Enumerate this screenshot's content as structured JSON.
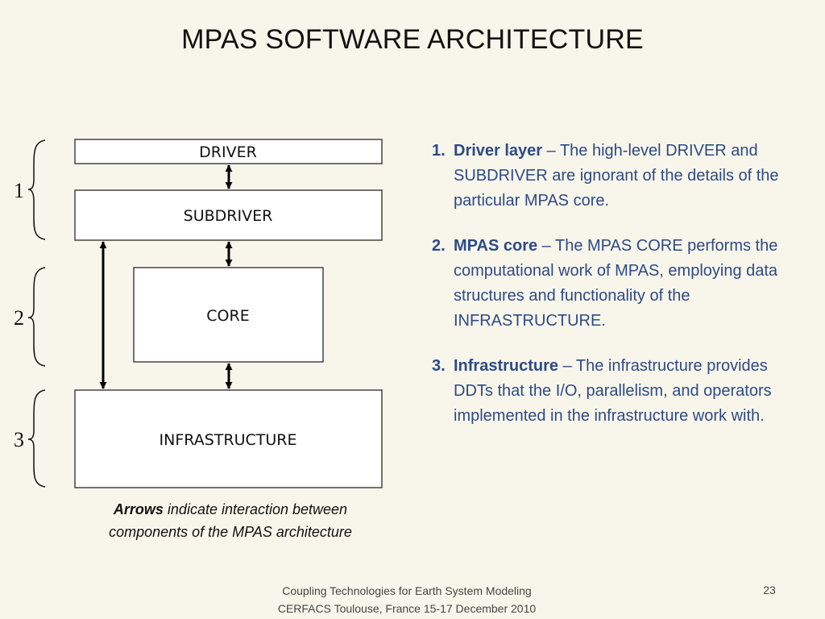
{
  "slide": {
    "title": "MPAS SOFTWARE ARCHITECTURE",
    "page_number": "23"
  },
  "diagram": {
    "boxes": {
      "driver": "DRIVER",
      "subdriver": "SUBDRIVER",
      "core": "CORE",
      "infrastructure": "INFRASTRUCTURE"
    },
    "braces": [
      "1",
      "2",
      "3"
    ]
  },
  "caption": {
    "bold": "Arrows",
    "rest": " indicate interaction between components of the MPAS architecture"
  },
  "layers": [
    {
      "number": "1.",
      "term": "Driver layer",
      "dash": " – ",
      "text": "The high-level DRIVER and SUBDRIVER are ignorant of the details of the particular MPAS core."
    },
    {
      "number": "2.",
      "term": "MPAS core",
      "dash": " – ",
      "text": "The MPAS CORE performs the computational work of MPAS, employing data structures and functionality of the INFRASTRUCTURE."
    },
    {
      "number": "3.",
      "term": "Infrastructure",
      "dash": " – ",
      "text": "The infrastructure provides DDTs that the I/O, parallelism, and operators implemented in the infrastructure work with."
    }
  ],
  "footer": {
    "line1": "Coupling Technologies for Earth System Modeling",
    "line2": "CERFACS Toulouse, France 15-17 December 2010"
  },
  "colors": {
    "background": "#f8f6eb",
    "body_text": "#2c4a86",
    "title": "#111111",
    "footer": "#444444"
  }
}
